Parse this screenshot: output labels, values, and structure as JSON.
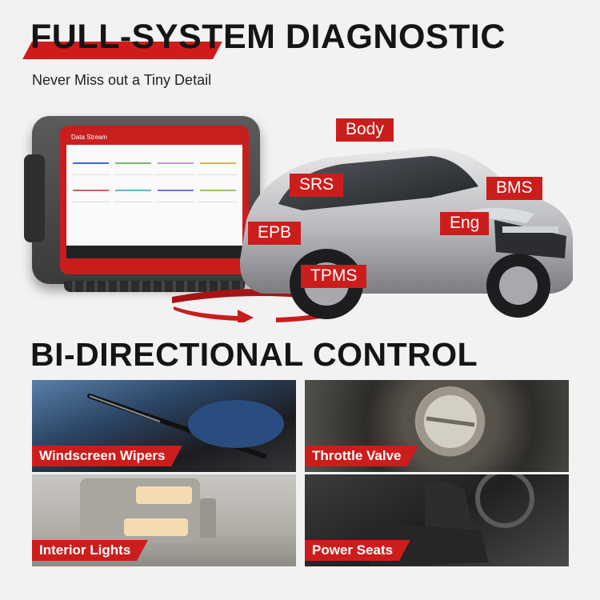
{
  "header": {
    "title": "FULL-SYSTEM DIAGNOSTIC",
    "subtitle": "Never Miss out a Tiny Detail"
  },
  "tablet": {
    "screen_title": "Data Stream"
  },
  "system_labels": {
    "body": "Body",
    "srs": "SRS",
    "bms": "BMS",
    "eng": "Eng",
    "epb": "EPB",
    "tpms": "TPMS"
  },
  "control": {
    "title": "BI-DIRECTIONAL CONTROL",
    "tiles": [
      {
        "label": "Windscreen Wipers"
      },
      {
        "label": "Throttle Valve"
      },
      {
        "label": "Interior Lights"
      },
      {
        "label": "Power Seats"
      }
    ]
  },
  "colors": {
    "accent": "#cc1d1d",
    "text": "#151515",
    "background": "#f2f2f2"
  }
}
